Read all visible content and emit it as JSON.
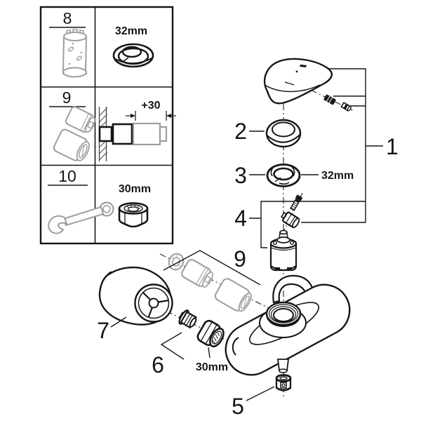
{
  "document": {
    "kind": "exploded-parts-diagram",
    "colors": {
      "line": "#161616",
      "secondary_parts": "#9e9e9e",
      "background": "#ffffff"
    }
  },
  "parts_table": {
    "rows": [
      {
        "number": "8",
        "item_icon": "cartridge-sleeve-icon",
        "spec": "32mm",
        "spec_icon": "seal-ring-icon"
      },
      {
        "number": "9",
        "item_icon": "extension-set-icon",
        "spec": "+30",
        "spec_icon": "wall-extension-icon"
      },
      {
        "number": "10",
        "item_icon": "open-end-wrench-icon",
        "spec": "30mm",
        "spec_icon": "union-nut-icon"
      }
    ]
  },
  "callouts": {
    "c1": "1",
    "c2": "2",
    "c3": "3",
    "c4": "4",
    "c5": "5",
    "c6": "6",
    "c7": "7",
    "c9": "9",
    "size_3": "32mm",
    "size_6": "30mm"
  }
}
